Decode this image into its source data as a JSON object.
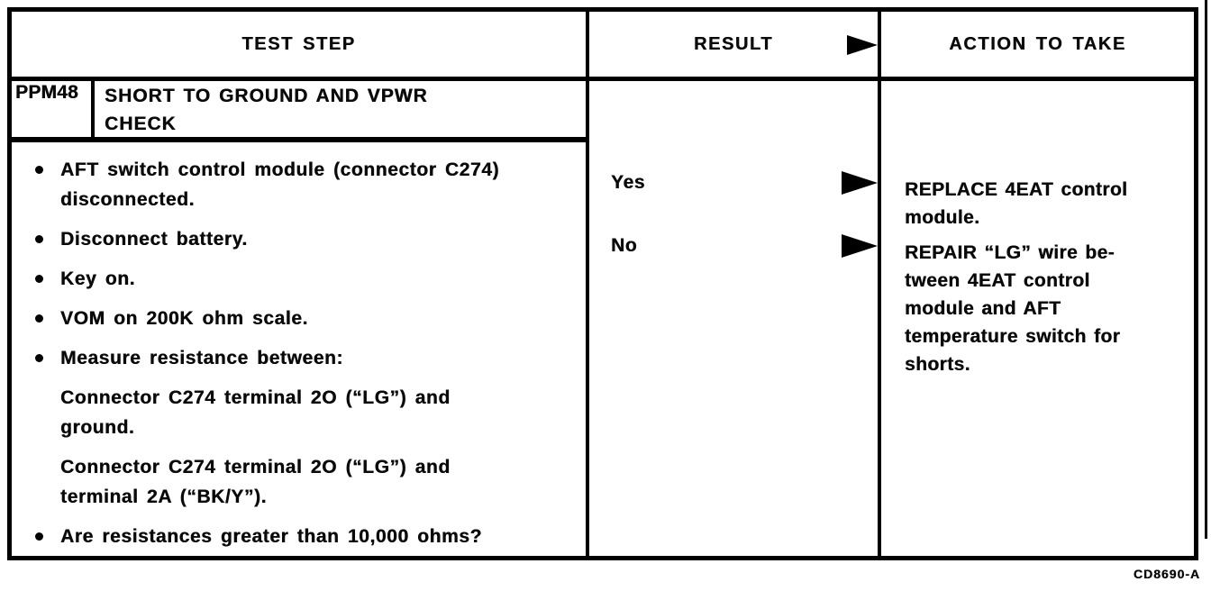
{
  "header": {
    "test_step_label": "TEST STEP",
    "result_label": "RESULT",
    "action_label": "ACTION TO TAKE"
  },
  "test": {
    "id": "PPM48",
    "title_lines": [
      "SHORT TO GROUND AND VPWR",
      "CHECK"
    ]
  },
  "steps": [
    {
      "bulleted": true,
      "lines": [
        "AFT switch control module (connector C274)",
        "disconnected."
      ]
    },
    {
      "bulleted": true,
      "lines": [
        "Disconnect battery."
      ]
    },
    {
      "bulleted": true,
      "lines": [
        "Key on."
      ]
    },
    {
      "bulleted": true,
      "lines": [
        "VOM on 200K ohm scale."
      ]
    },
    {
      "bulleted": true,
      "lines": [
        "Measure resistance between:"
      ]
    },
    {
      "bulleted": false,
      "lines": [
        "Connector C274 terminal 2O (“LG”) and",
        "ground."
      ]
    },
    {
      "bulleted": false,
      "lines": [
        "Connector C274 terminal 2O (“LG”) and",
        "terminal 2A (“BK/Y”)."
      ]
    },
    {
      "bulleted": true,
      "lines": [
        "Are resistances greater than 10,000 ohms?"
      ]
    }
  ],
  "results": [
    {
      "label": "Yes",
      "action_lines": [
        "REPLACE 4EAT control",
        "module."
      ]
    },
    {
      "label": "No",
      "action_lines": [
        "REPAIR “LG” wire be-",
        "tween 4EAT control",
        "module and AFT",
        "temperature switch for",
        "shorts."
      ]
    }
  ],
  "footer": {
    "code": "CD8690-A"
  },
  "colors": {
    "ink": "#0a0a0a",
    "paper": "#ffffff",
    "border": "#000000"
  }
}
